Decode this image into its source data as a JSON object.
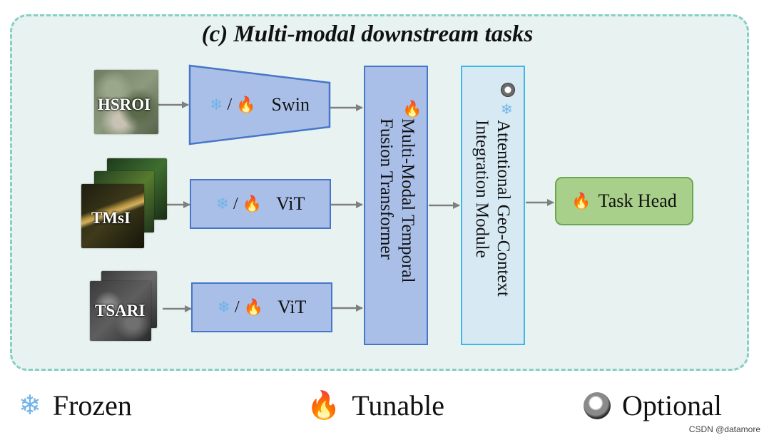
{
  "diagram": {
    "title": "(c) Multi-modal downstream tasks",
    "inputs": [
      {
        "label": "HSROI"
      },
      {
        "label": "TMsI"
      },
      {
        "label": "TSARI"
      }
    ],
    "encoders": [
      {
        "separator": "/",
        "name": "Swin"
      },
      {
        "separator": "/",
        "name": "ViT"
      },
      {
        "separator": "/",
        "name": "ViT"
      }
    ],
    "fusion": {
      "line1": "Multi-Modal Temporal",
      "line2": "Fusion Transformer"
    },
    "geo_context": {
      "line1": "Attentional Geo-Context",
      "line2": "Integration Module"
    },
    "task_head": {
      "label": "Task Head"
    }
  },
  "legend": [
    {
      "icon": "snowflake-icon",
      "label": "Frozen"
    },
    {
      "icon": "fire-icon",
      "label": "Tunable"
    },
    {
      "icon": "ring-icon",
      "label": "Optional"
    }
  ],
  "watermark": "CSDN @datamore",
  "colors": {
    "panel_bg": "#e8f3f1",
    "panel_border": "#86cfc3",
    "encoder_fill": "#a9bfe7",
    "encoder_border": "#4676c9",
    "geo_border": "#3fb6e6",
    "task_head_fill": "#a9d08a",
    "task_head_border": "#6aa84f",
    "arrow": "#7f7f7f"
  }
}
